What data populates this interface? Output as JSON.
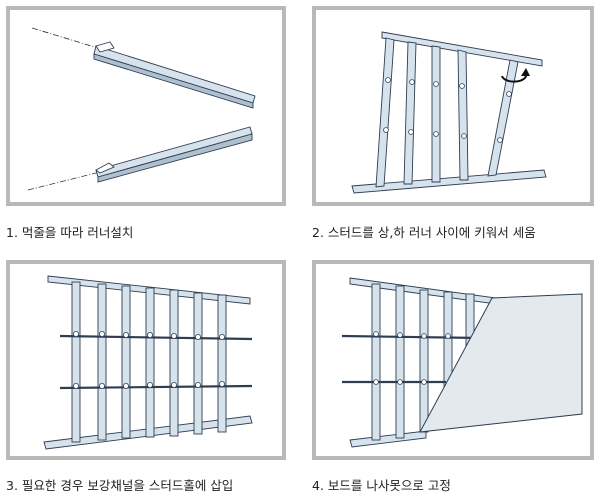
{
  "steps": [
    {
      "caption": "1. 먹줄을 따라 러너설치"
    },
    {
      "caption": "2. 스터드를 상,하 러너 사이에 키워서 세움"
    },
    {
      "caption": "3. 필요한 경우 보강채널을 스터드홀에 삽입"
    },
    {
      "caption": "4. 보드를 나사못으로 고정"
    }
  ],
  "colors": {
    "frame": "#b9b9b9",
    "steel_fill": "#d6e2ec",
    "steel_line": "#2f3d52",
    "board": "#e4e9ed"
  }
}
